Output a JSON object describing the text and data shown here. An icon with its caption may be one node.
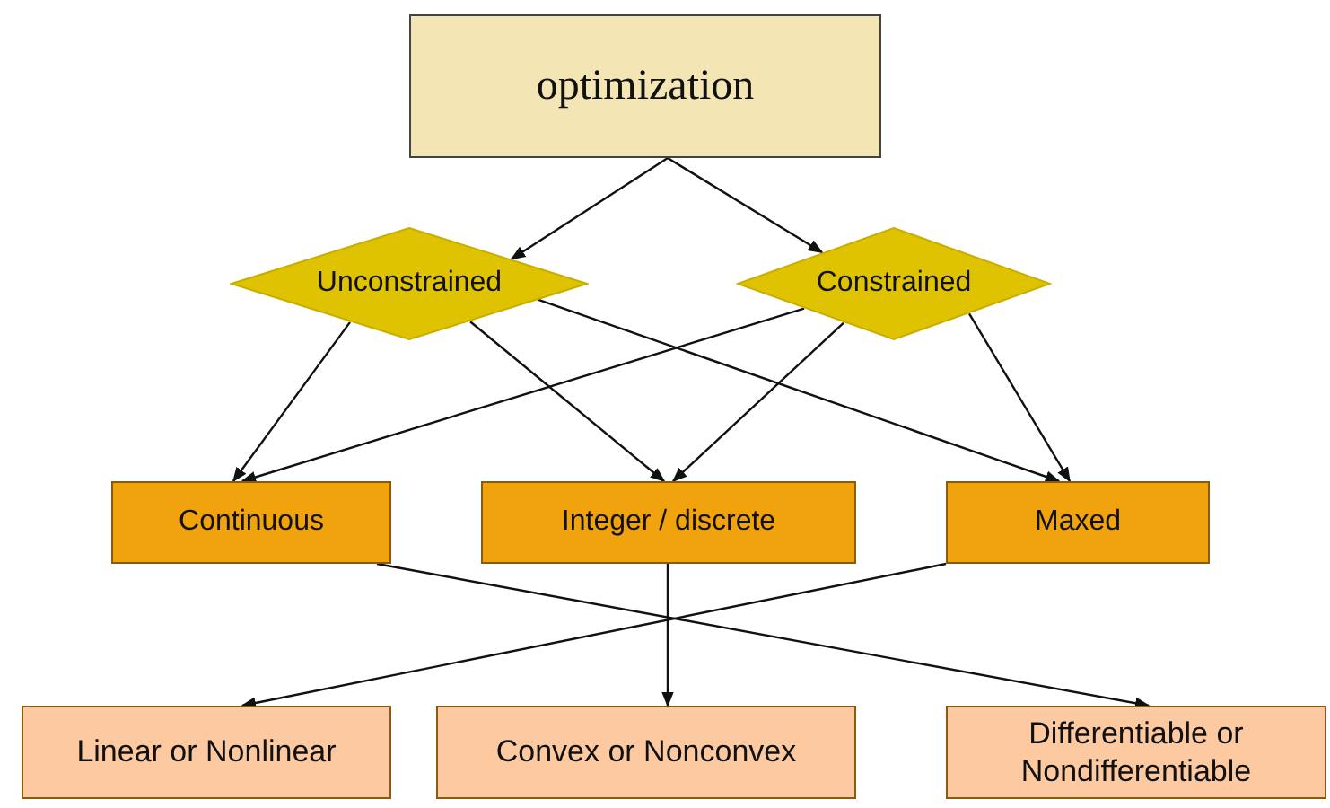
{
  "diagram": {
    "nodes": [
      {
        "text": [
          "optimization"
        ]
      },
      {
        "text": [
          "Unconstrained"
        ]
      },
      {
        "text": [
          "Constrained"
        ]
      },
      {
        "text": [
          "Continuous"
        ]
      },
      {
        "text": [
          "Integer / discrete"
        ]
      },
      {
        "text": [
          "Maxed"
        ]
      },
      {
        "text": [
          "Linear or Nonlinear"
        ]
      },
      {
        "text": [
          "Convex or Nonconvex"
        ]
      },
      {
        "text": [
          "Differentiable or Nondifferentiable"
        ]
      }
    ],
    "edges": [
      {
        "from": 0,
        "to": 1,
        "arrow": "to"
      },
      {
        "from": 0,
        "to": 2,
        "arrow": "to"
      },
      {
        "from": 1,
        "to": 3,
        "arrow": "to"
      },
      {
        "from": 1,
        "to": 4,
        "arrow": "to"
      },
      {
        "from": 1,
        "to": 5,
        "arrow": "to"
      },
      {
        "from": 2,
        "to": 3,
        "arrow": "to"
      },
      {
        "from": 2,
        "to": 4,
        "arrow": "to"
      },
      {
        "from": 2,
        "to": 5,
        "arrow": "to"
      },
      {
        "from": 3,
        "to": 8,
        "arrow": "to"
      },
      {
        "from": 4,
        "to": 7,
        "arrow": "to"
      },
      {
        "from": 5,
        "to": 6,
        "arrow": "to"
      }
    ]
  }
}
